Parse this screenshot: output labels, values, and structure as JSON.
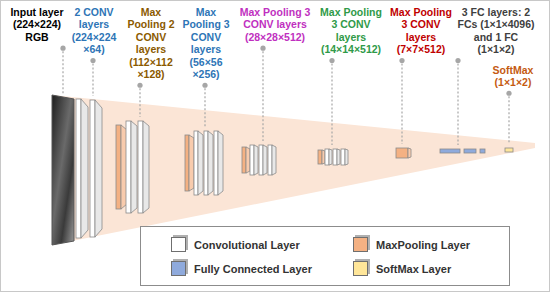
{
  "diagram": {
    "labels": [
      "Input layer (224×224) RGB",
      "2 CONV layers (224×224 ×64)",
      "Max Pooling 2 CONV layers (112×112 ×128)",
      "Max Pooling 3 CONV layers (56×56 ×256)",
      "Max Pooling 3 CONV layers (28×28×512)",
      "Max Pooling 3 CONV layers (14×14×512)",
      "Max Pooling 3 CONV layers (7×7×512)",
      "3 FC layers: 2 FCs (1×1×4096) and 1 FC (1×1×2)",
      "SoftMax (1×1×2)"
    ],
    "legend": [
      {
        "text": "Convolutional Layer",
        "color": "#ffffff"
      },
      {
        "text": "MaxPooling Layer",
        "color": "#f4b183"
      },
      {
        "text": "Fully Connected Layer",
        "color": "#8faadc"
      },
      {
        "text": "SoftMax Layer",
        "color": "#ffe699"
      }
    ]
  }
}
